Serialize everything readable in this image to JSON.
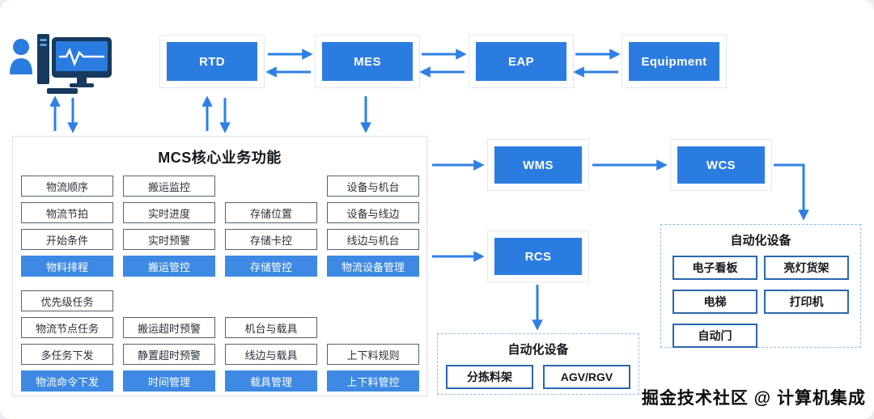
{
  "colors": {
    "node_blue": "#2b7ce0",
    "cell_blue": "#3d89e3",
    "arrow": "#2f80e4",
    "auto_border": "#2a66ad"
  },
  "top_nodes": [
    {
      "label": "RTD"
    },
    {
      "label": "MES"
    },
    {
      "label": "EAP"
    },
    {
      "label": "Equipment"
    }
  ],
  "right_nodes": [
    {
      "label": "WMS"
    },
    {
      "label": "WCS"
    },
    {
      "label": "RCS"
    }
  ],
  "mcs": {
    "title": "MCS核心业务功能",
    "cells": [
      {
        "label": "物流顺序",
        "row": 1,
        "col": 1,
        "variant": "white"
      },
      {
        "label": "搬运监控",
        "row": 1,
        "col": 2,
        "variant": "white"
      },
      {
        "label": "设备与机台",
        "row": 1,
        "col": 4,
        "variant": "white"
      },
      {
        "label": "物流节拍",
        "row": 2,
        "col": 1,
        "variant": "white"
      },
      {
        "label": "实时进度",
        "row": 2,
        "col": 2,
        "variant": "white"
      },
      {
        "label": "存储位置",
        "row": 2,
        "col": 3,
        "variant": "white"
      },
      {
        "label": "设备与线边",
        "row": 2,
        "col": 4,
        "variant": "white"
      },
      {
        "label": "开始条件",
        "row": 3,
        "col": 1,
        "variant": "white"
      },
      {
        "label": "实时预警",
        "row": 3,
        "col": 2,
        "variant": "white"
      },
      {
        "label": "存储卡控",
        "row": 3,
        "col": 3,
        "variant": "white"
      },
      {
        "label": "线边与机台",
        "row": 3,
        "col": 4,
        "variant": "white"
      },
      {
        "label": "物料排程",
        "row": 4,
        "col": 1,
        "variant": "blue"
      },
      {
        "label": "搬运管控",
        "row": 4,
        "col": 2,
        "variant": "blue"
      },
      {
        "label": "存储管控",
        "row": 4,
        "col": 3,
        "variant": "blue"
      },
      {
        "label": "物流设备管理",
        "row": 4,
        "col": 4,
        "variant": "blue"
      },
      {
        "label": "优先级任务",
        "row": 5,
        "col": 1,
        "variant": "white"
      },
      {
        "label": "物流节点任务",
        "row": 6,
        "col": 1,
        "variant": "white"
      },
      {
        "label": "搬运超时预警",
        "row": 6,
        "col": 2,
        "variant": "white"
      },
      {
        "label": "机台与载具",
        "row": 6,
        "col": 3,
        "variant": "white"
      },
      {
        "label": "多任务下发",
        "row": 7,
        "col": 1,
        "variant": "white"
      },
      {
        "label": "静置超时预警",
        "row": 7,
        "col": 2,
        "variant": "white"
      },
      {
        "label": "线边与载具",
        "row": 7,
        "col": 3,
        "variant": "white"
      },
      {
        "label": "上下料规则",
        "row": 7,
        "col": 4,
        "variant": "white"
      },
      {
        "label": "物流命令下发",
        "row": 8,
        "col": 1,
        "variant": "blue"
      },
      {
        "label": "时间管理",
        "row": 8,
        "col": 2,
        "variant": "blue"
      },
      {
        "label": "载具管理",
        "row": 8,
        "col": 3,
        "variant": "blue"
      },
      {
        "label": "上下料管控",
        "row": 8,
        "col": 4,
        "variant": "blue"
      }
    ]
  },
  "automation_right": {
    "title": "自动化设备",
    "items": [
      "电子看板",
      "亮灯货架",
      "电梯",
      "打印机",
      "自动门"
    ]
  },
  "automation_bottom": {
    "title": "自动化设备",
    "items": [
      "分拣料架",
      "AGV/RGV"
    ]
  },
  "icons": {
    "operator": "operator-workstation-icon"
  },
  "watermark": "掘金技术社区 @ 计算机集成"
}
